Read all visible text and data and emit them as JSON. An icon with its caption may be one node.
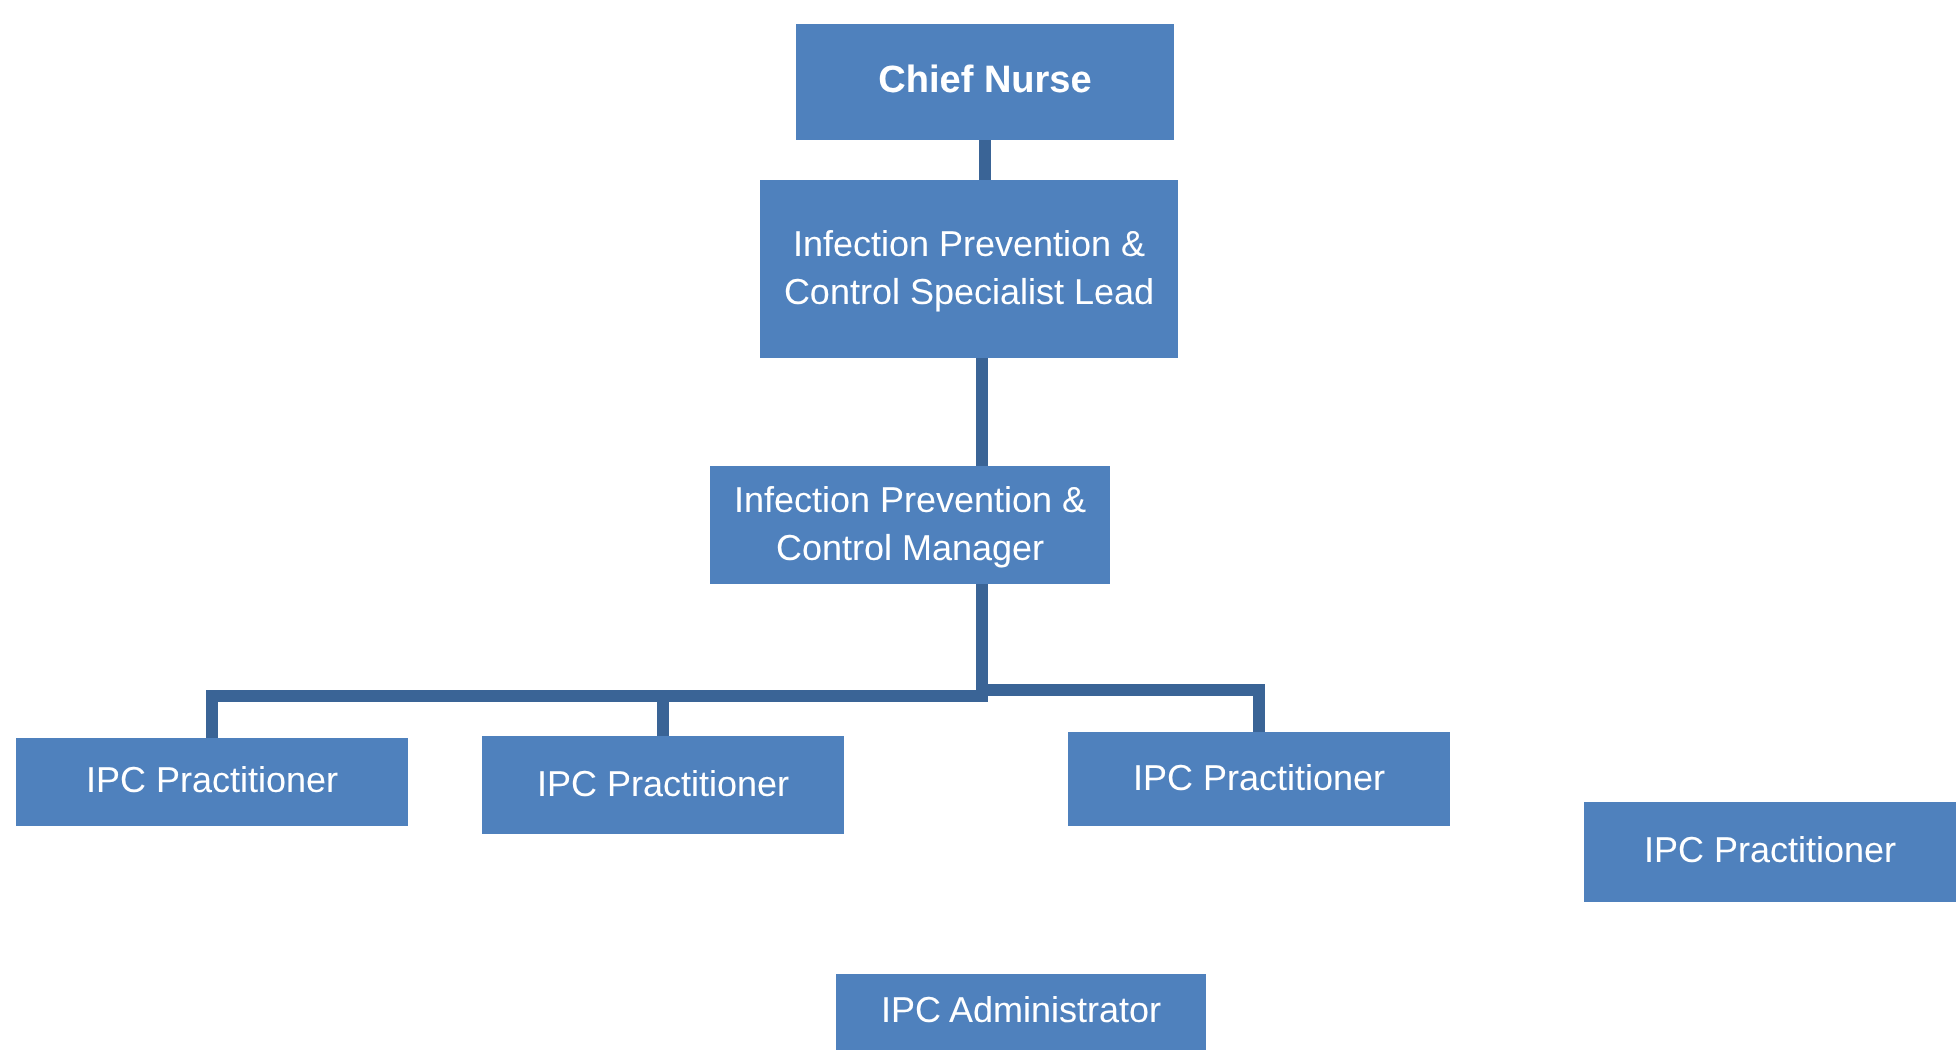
{
  "diagram": {
    "nodes": [
      {
        "text": [
          "Chief Nurse"
        ]
      },
      {
        "text": [
          "Infection Prevention & Control Specialist Lead"
        ]
      },
      {
        "text": [
          "Infection Prevention & Control Manager"
        ]
      },
      {
        "text": [
          "IPC Practitioner"
        ]
      },
      {
        "text": [
          "IPC Practitioner"
        ]
      },
      {
        "text": [
          "IPC Practitioner"
        ]
      },
      {
        "text": [
          "IPC Practitioner"
        ]
      },
      {
        "text": [
          "IPC Administrator"
        ]
      }
    ],
    "edges": [
      {
        "from": 0,
        "to": 1,
        "arrow": "none"
      },
      {
        "from": 1,
        "to": 2,
        "arrow": "none"
      },
      {
        "from": 2,
        "to": 3,
        "arrow": "none"
      },
      {
        "from": 2,
        "to": 4,
        "arrow": "none"
      },
      {
        "from": 2,
        "to": 5,
        "arrow": "none"
      }
    ]
  }
}
